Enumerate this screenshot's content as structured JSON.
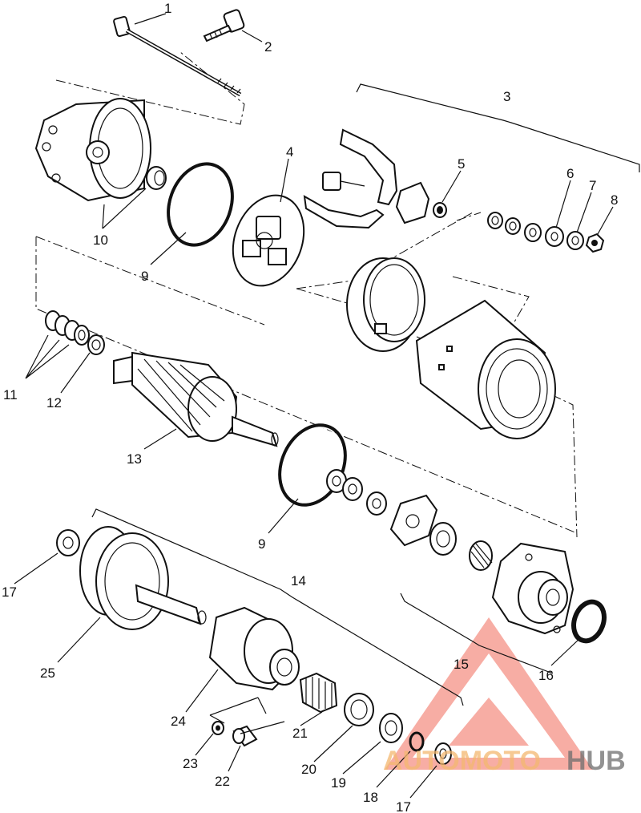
{
  "diagram": {
    "callouts": [
      "1",
      "2",
      "3",
      "4",
      "5",
      "6",
      "7",
      "8",
      "9",
      "10",
      "11",
      "12",
      "13",
      "9",
      "14",
      "15",
      "16",
      "17",
      "18",
      "19",
      "20",
      "21",
      "22",
      "23",
      "24",
      "25",
      "17"
    ]
  },
  "watermark": {
    "word_part1": "AUTOMOTO",
    "word_part2": "HUB",
    "color_primary": "#f26b5b",
    "color_secondary": "#f4b870",
    "color_dark": "#6e6e6e"
  }
}
